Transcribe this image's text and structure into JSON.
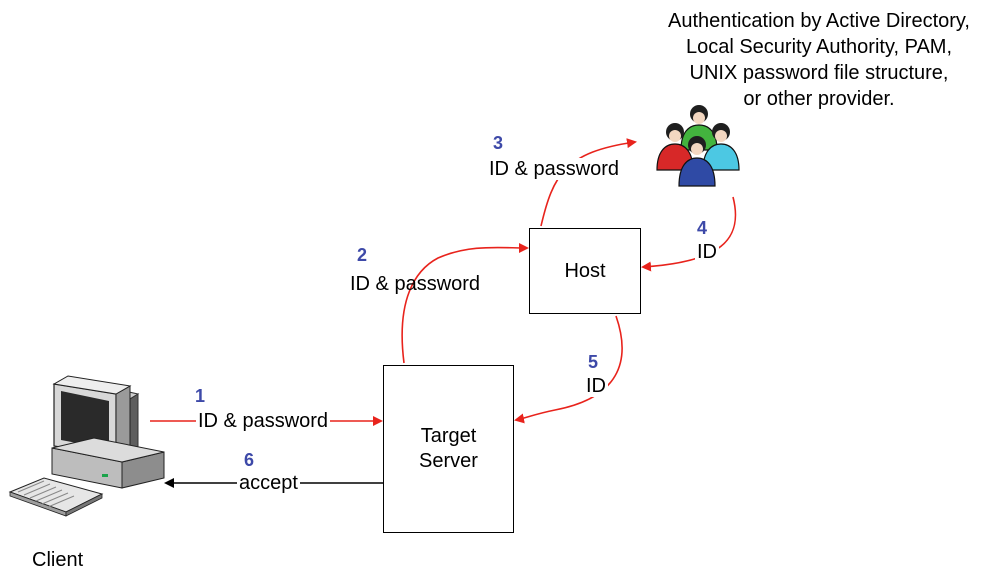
{
  "nodes": {
    "host": "Host",
    "target_server": [
      "Target",
      "Server"
    ],
    "client": "Client",
    "provider_note": [
      "Authentication by Active Directory,",
      "Local Security Authority, PAM,",
      "UNIX password file structure,",
      "or other provider."
    ]
  },
  "steps": [
    {
      "number": "1",
      "label": "ID & password"
    },
    {
      "number": "2",
      "label": "ID & password"
    },
    {
      "number": "3",
      "label": "ID & password"
    },
    {
      "number": "4",
      "label": "ID"
    },
    {
      "number": "5",
      "label": "ID"
    },
    {
      "number": "6",
      "label": "accept"
    }
  ],
  "colors": {
    "request_arrow": "#e8231c",
    "response_arrow": "#000000",
    "step_number": "#3d49a8"
  },
  "icons": [
    "client-computer-icon",
    "user-group-icon"
  ]
}
